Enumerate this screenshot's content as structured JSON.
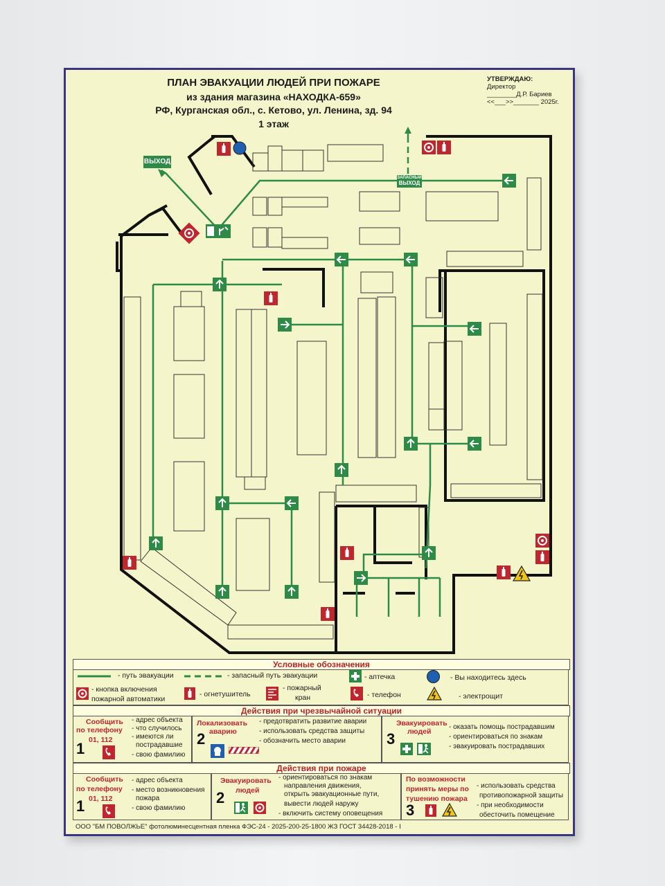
{
  "header": {
    "line1": "ПЛАН ЭВАКУАЦИИ ЛЮДЕЙ ПРИ ПОЖАРЕ",
    "line2": "из здания магазина «НАХОДКА-659»",
    "line3": "РФ, Курганская обл., с. Кетово, ул. Ленина, зд. 94",
    "line4": "1 этаж"
  },
  "approval": {
    "heading": "УТВЕРЖДАЮ:",
    "role": "Директор",
    "name": "________Д.Р. Бариев",
    "date": "<<___>>_______ 2025г."
  },
  "plan": {
    "exit_label": "ВЫХОД",
    "spare_exit_label_1": "ЗАПАСНЫЙ",
    "spare_exit_label_2": "ВЫХОД"
  },
  "legend": {
    "title": "Условные обозначения",
    "evac_path": "- путь эвакуации",
    "spare_path": "- запасный путь эвакуации",
    "first_aid": "- аптечка",
    "you_are_here": "- Вы находитесь здесь",
    "fire_button_1": "- кнопка включения",
    "fire_button_2": "пожарной автоматики",
    "extinguisher": "- огнетушитель",
    "hydrant_1": "- пожарный",
    "hydrant_2": "кран",
    "phone": "- телефон",
    "switchboard": "- электрощит"
  },
  "emergency": {
    "title": "Действия при чрезвычайной ситуации",
    "c1_head_1": "Сообщить",
    "c1_head_2": "по телефону",
    "c1_num": "1",
    "c1_phones": "01, 112",
    "c1_items": [
      "- адрес объекта",
      "- что случилось",
      "- имеются ли",
      "пострадавшие",
      "- свою фамилию"
    ],
    "c2_head_1": "Локализовать",
    "c2_head_2": "аварию",
    "c2_num": "2",
    "c2_items": [
      "- предотвратить развитие аварии",
      "- использовать средства защиты",
      "- обозначить место аварии"
    ],
    "c3_head_1": "Эвакуировать",
    "c3_head_2": "людей",
    "c3_num": "3",
    "c3_items": [
      "- оказать помощь пострадавшим",
      "- ориентироваться по знакам",
      "- эвакуировать пострадавших"
    ]
  },
  "fire": {
    "title": "Действия при пожаре",
    "c1_head_1": "Сообщить",
    "c1_head_2": "по телефону",
    "c1_num": "1",
    "c1_phones": "01, 112",
    "c1_items": [
      "- адрес объекта",
      "- место возникновения",
      "пожара",
      "- свою фамилию"
    ],
    "c2_head_1": "Эвакуировать",
    "c2_head_2": "людей",
    "c2_num": "2",
    "c2_items": [
      "- ориентироваться по знакам",
      "направления движения,",
      "открыть эвакуационные пути,",
      "вывести людей наружу",
      "- включить систему оповещения"
    ],
    "c3_head_1": "По возможности",
    "c3_head_2": "принять меры по",
    "c3_head_3": "тушению пожара",
    "c3_num": "3",
    "c3_items": [
      "- использовать средства",
      "противопожарной защиты",
      "- при необходимости",
      "обесточить помещение"
    ]
  },
  "footer": "ООО \"БМ ПОВОЛЖЬЕ\" фотолюминесцентная пленка ФЭС-24 - 2025-200-25-1800 ЖЗ ГОСТ 34428-2018 - I",
  "colors": {
    "sheet": "#f5f5cb",
    "frame": "#3b3480",
    "evac_green": "#2e8a47",
    "wall": "#111111",
    "danger_red": "#c0262d",
    "header_red": "#b8232a",
    "you_are_here": "#1f5fb0"
  },
  "icons": [
    "extinguisher-icon",
    "fire-button-icon",
    "you-are-here-icon",
    "exit-sign-icon",
    "arrow-icon",
    "first-aid-icon",
    "phone-icon",
    "hydrant-icon",
    "electrical-panel-icon",
    "running-man-icon",
    "hazard-tape-icon",
    "protective-gear-icon"
  ]
}
